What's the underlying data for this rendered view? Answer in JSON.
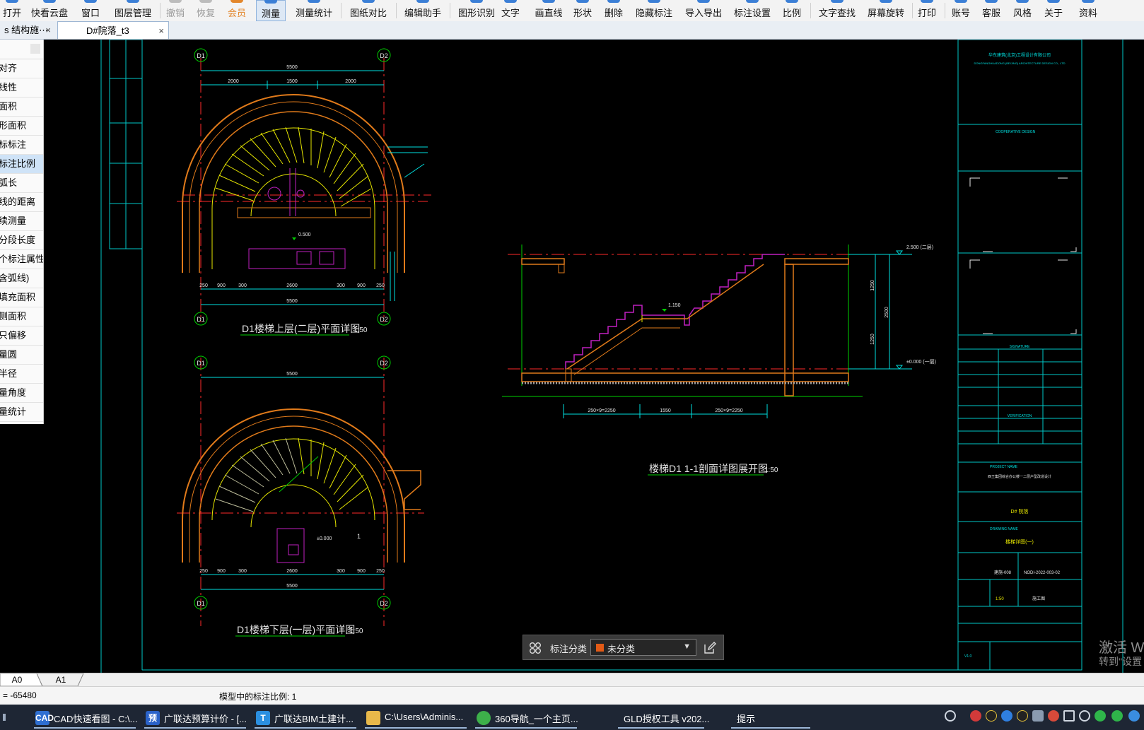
{
  "toolbar": {
    "items": [
      {
        "label": "打开",
        "icon": "open-file-icon"
      },
      {
        "label": "快看云盘",
        "icon": "cloud-drive-icon"
      },
      {
        "label": "窗口",
        "icon": "window-icon"
      },
      {
        "label": "图层管理",
        "icon": "layers-icon"
      },
      {
        "label": "撤销",
        "icon": "undo-icon",
        "disabled": true
      },
      {
        "label": "恢复",
        "icon": "redo-icon",
        "disabled": true
      },
      {
        "label": "会员",
        "icon": "vip-icon",
        "highlight": true
      },
      {
        "label": "测量",
        "icon": "measure-icon",
        "active": true
      },
      {
        "label": "测量统计",
        "icon": "measure-stats-icon"
      },
      {
        "label": "图纸对比",
        "icon": "compare-drawings-icon"
      },
      {
        "label": "编辑助手",
        "icon": "edit-assistant-icon"
      },
      {
        "label": "图形识别",
        "icon": "shape-recognition-icon"
      },
      {
        "label": "文字",
        "icon": "text-icon"
      },
      {
        "label": "画直线",
        "icon": "draw-line-icon"
      },
      {
        "label": "形状",
        "icon": "shape-icon"
      },
      {
        "label": "删除",
        "icon": "delete-icon"
      },
      {
        "label": "隐藏标注",
        "icon": "hide-annotations-icon"
      },
      {
        "label": "导入导出",
        "icon": "import-export-icon"
      },
      {
        "label": "标注设置",
        "icon": "annotation-settings-icon"
      },
      {
        "label": "比例",
        "icon": "scale-icon"
      },
      {
        "label": "文字查找",
        "icon": "text-search-icon"
      },
      {
        "label": "屏幕旋转",
        "icon": "screen-rotate-icon"
      },
      {
        "label": "打印",
        "icon": "print-icon"
      },
      {
        "label": "账号",
        "icon": "account-icon"
      },
      {
        "label": "客服",
        "icon": "customer-service-icon"
      },
      {
        "label": "风格",
        "icon": "theme-icon"
      },
      {
        "label": "关于",
        "icon": "about-icon"
      },
      {
        "label": "资料",
        "icon": "documents-icon"
      }
    ]
  },
  "tabs": [
    {
      "label": "s 结构施⋯",
      "close": "×"
    },
    {
      "label": "D#院落_t3",
      "close": "×",
      "active": true
    }
  ],
  "measure_menu": {
    "items": [
      "对齐",
      "线性",
      "面积",
      "形面积",
      "标标注",
      "标注比例",
      "弧长",
      "线的距离",
      "续测量",
      "分段长度",
      "个标注属性",
      "含弧线)",
      "填充面积",
      "侧面积",
      "只偏移",
      "量圆",
      "半径",
      "量角度",
      "量统计"
    ],
    "selected_index": 5
  },
  "drawing": {
    "upper_plan_title": "D1楼梯上层(二层)平面详图",
    "upper_plan_scale": "1:50",
    "lower_plan_title": "D1楼梯下层(一层)平面详图",
    "lower_plan_scale": "1:50",
    "section_title": "楼梯D1  1-1剖面详图展开图",
    "section_scale": "1:50",
    "axis_labels": [
      "D1",
      "D2"
    ],
    "overall_dim": "5500",
    "top_dims": [
      "2000",
      "1500",
      "2000"
    ],
    "bottom_dims": [
      "250",
      "900",
      "300",
      "2600",
      "300",
      "900",
      "250"
    ],
    "section_level_top": "2.500 (二层)",
    "section_level_bottom": "±0.000 (一层)",
    "section_level_mid": "1.150",
    "section_dims": [
      "250×9=2250",
      "1550",
      "250×9=2250"
    ],
    "section_height_dims": [
      "1250",
      "1250"
    ],
    "section_total_height": "2500",
    "landing_level": "0.500",
    "lower_level": "±0.000",
    "stair_callout": "1"
  },
  "title_block": {
    "company": "华东建筑(北京)工程设计有限公司",
    "company_en": "DONGFANGHUADONG (BEIJING) ARCHITECTURE DESIGN CO., LTD",
    "cooperative_label": "COOPERATIVE DESIGN",
    "signature": "SIGNATURE",
    "verification": "VERIFICATION",
    "project_name_label": "PROJECT NAME",
    "project_name": "西王集团综合办公楼一二层户型改造设计",
    "drawing_name_label": "DRAWING NAME",
    "drawing_name": "楼梯详图(一)",
    "contents_name": "D# 院落",
    "sheet_no": "建施-008",
    "project_no": "NODI-2022-003-02",
    "scale": "1:50",
    "phase": "施工图",
    "edition": "V1.0"
  },
  "annotation_bar": {
    "label": "标注分类",
    "selected": "未分类",
    "swatch_color": "#e25a16"
  },
  "layout_tabs": [
    "A0",
    "A1"
  ],
  "status": {
    "coord": "= -65480",
    "model_scale": "模型中的标注比例: 1"
  },
  "taskbar": {
    "items": [
      {
        "label": "CAD快速看图 - C:\\...",
        "icon": "cad-app-icon",
        "color": "#2f6fd1"
      },
      {
        "label": "广联达预算计价 - [...",
        "icon": "glodon-budget-icon",
        "color": "#2a62c8"
      },
      {
        "label": "广联达BIM土建计...",
        "icon": "glodon-bim-icon",
        "color": "#2b8fe0"
      },
      {
        "label": "C:\\Users\\Adminis...",
        "icon": "folder-icon",
        "color": "#e8b84a"
      },
      {
        "label": "360导航_一个主页...",
        "icon": "360-browser-icon",
        "color": "#3db04a"
      },
      {
        "label": "GLD授权工具 v202...",
        "icon": "gld-license-icon",
        "color": "#1e2634"
      },
      {
        "label": "提示",
        "icon": "prompt-icon",
        "color": "#1e2634"
      }
    ]
  },
  "watermark": {
    "line1": "激活 W",
    "line2": "转到\"设置"
  },
  "colors": {
    "cad_background": "#000000",
    "border_cyan": "#00d8d8",
    "axis_red": "#ff2a2a",
    "wall_orange": "#e07a1a",
    "stair_yellow": "#e6e600",
    "annotation_magenta": "#c020c0",
    "text_white": "#e8e8e8"
  }
}
